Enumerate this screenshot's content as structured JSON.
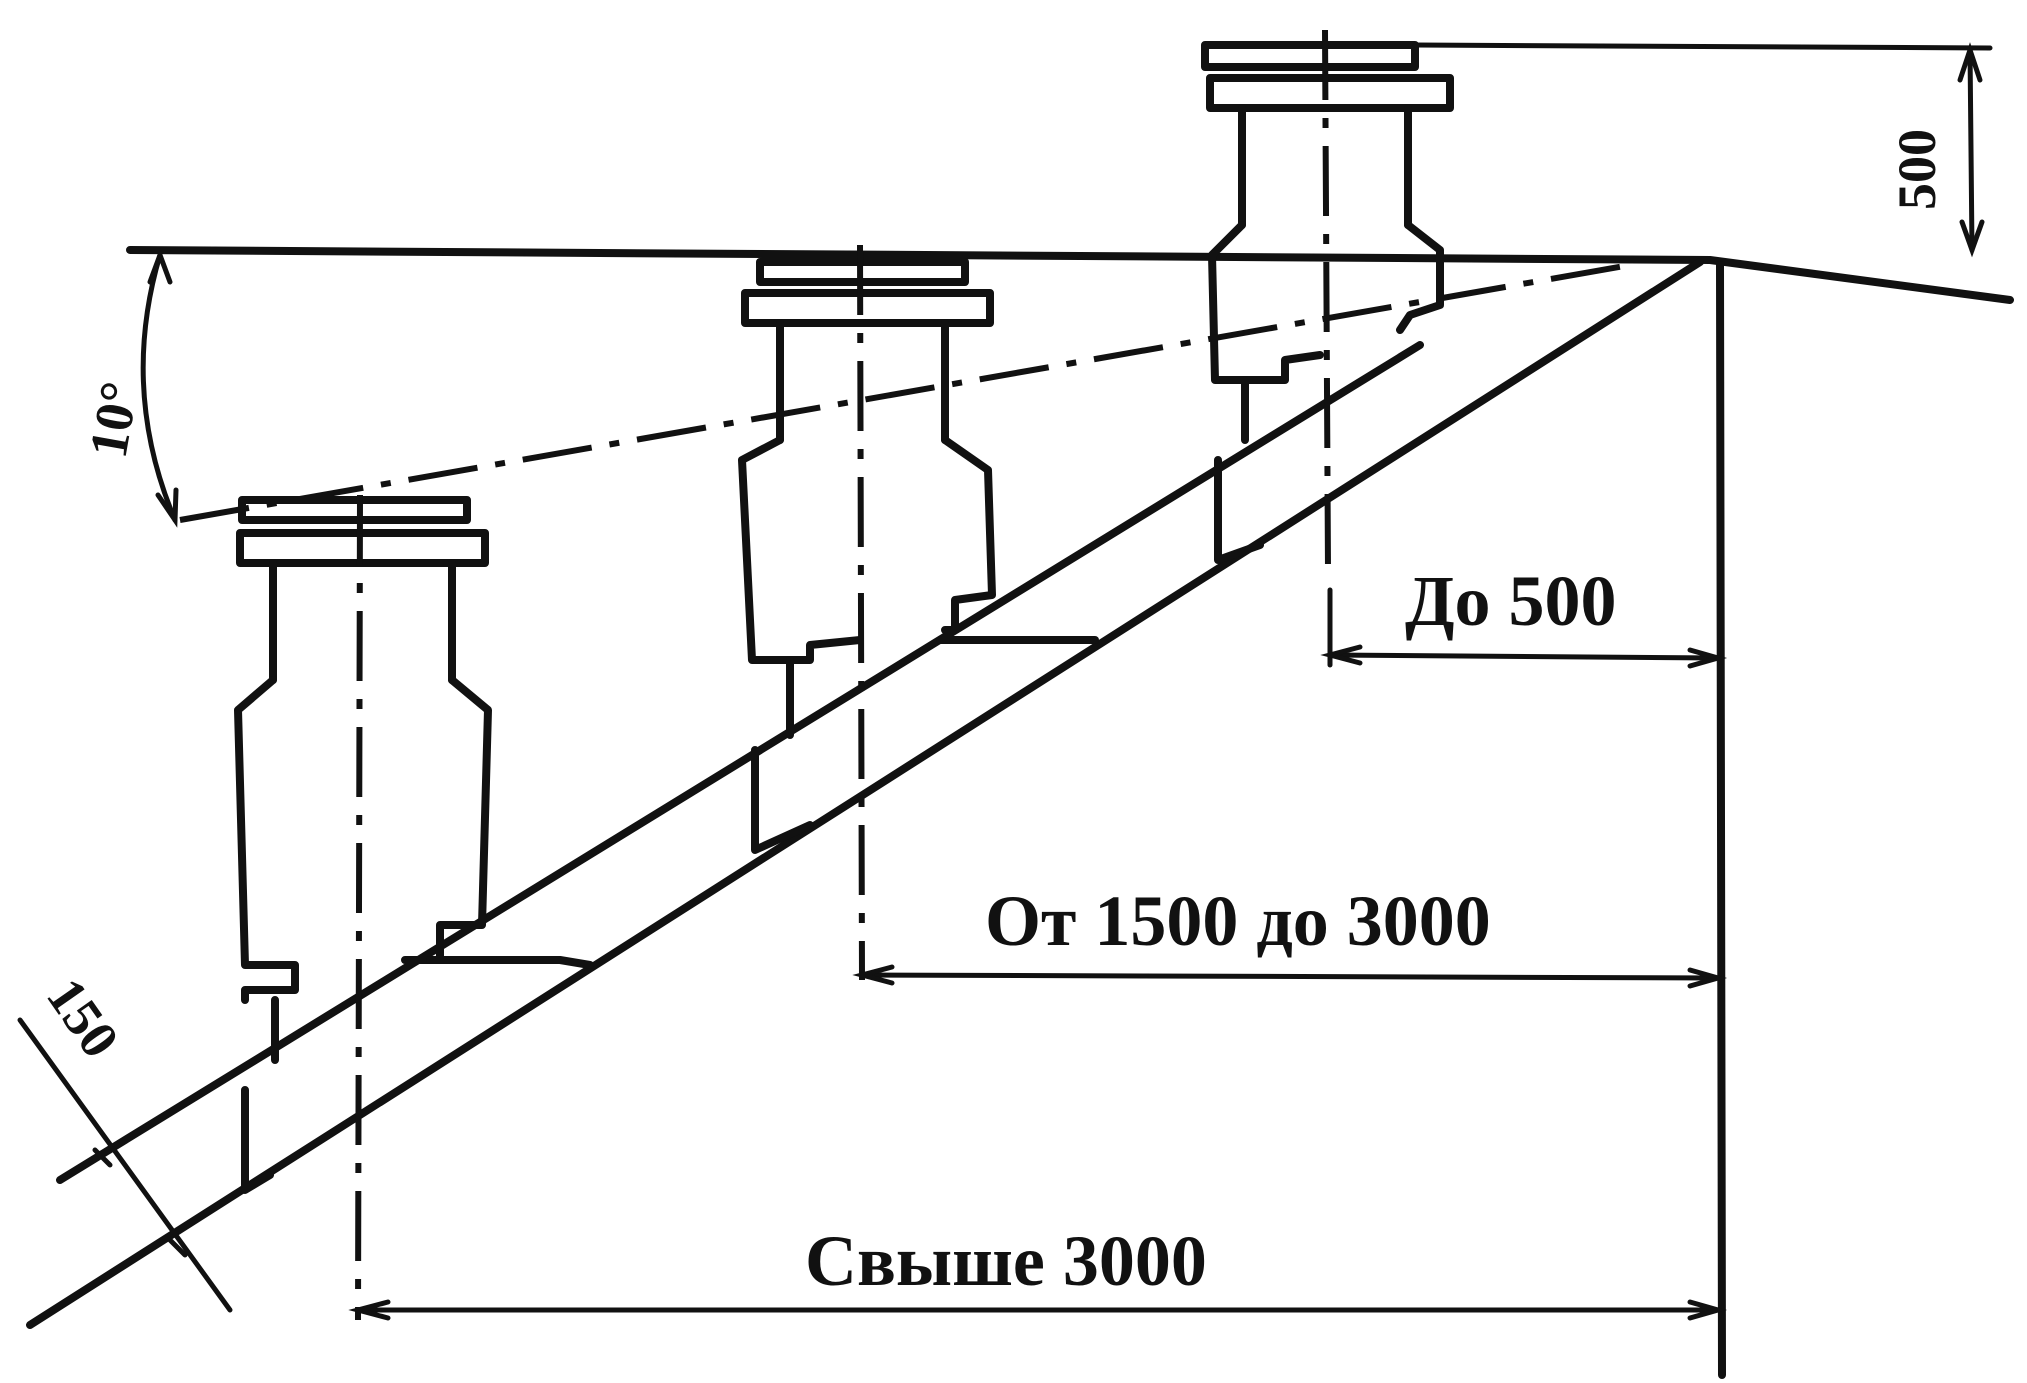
{
  "dimensions": {
    "up_to_500": "До 500",
    "from_1500_to_3000": "От 1500 до 3000",
    "over_3000": "Свыше 3000",
    "height_500": "500",
    "angle_10": "10°",
    "offset_150": "150"
  }
}
